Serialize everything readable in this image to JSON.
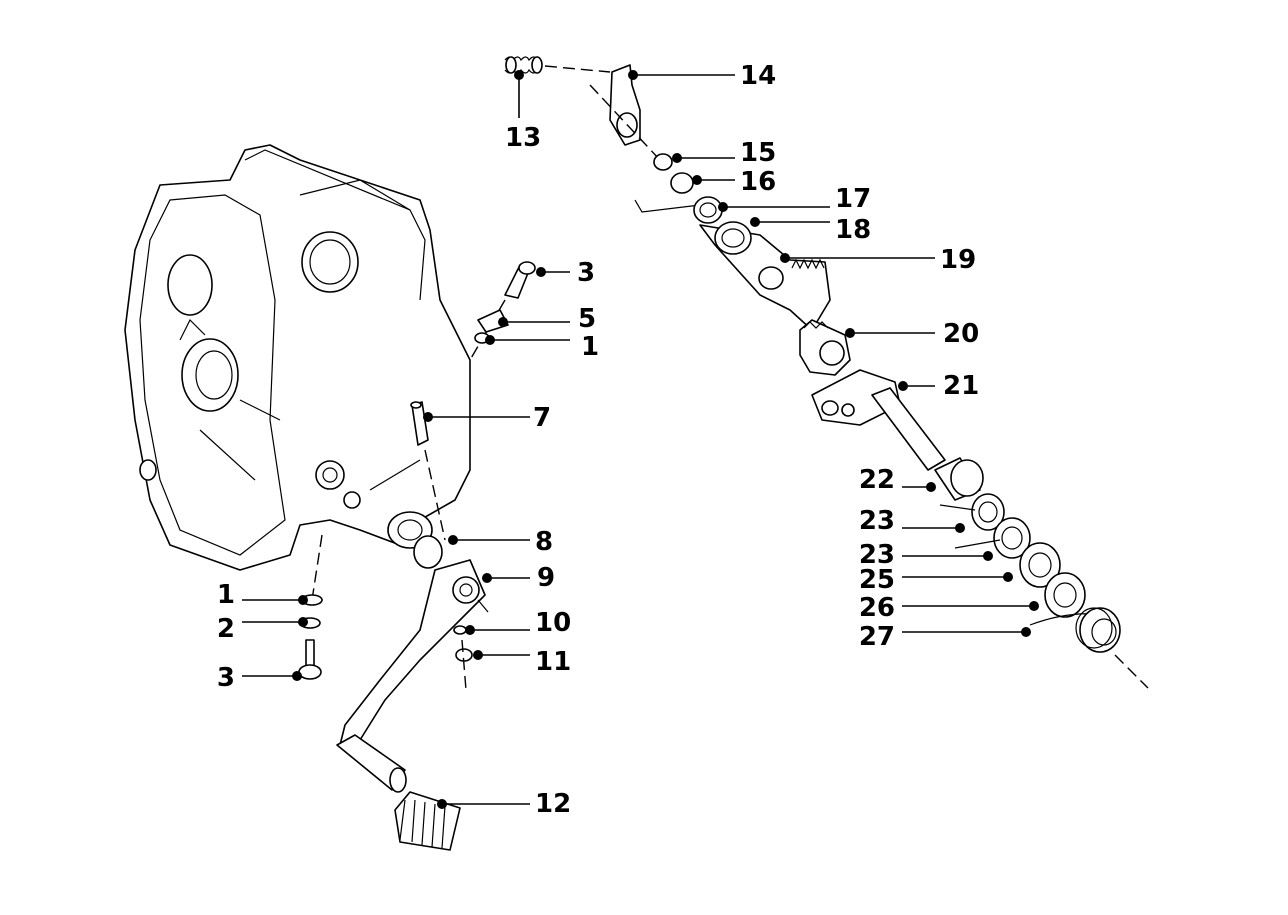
{
  "diagram": {
    "callouts": [
      {
        "id": "c14",
        "label": "14"
      },
      {
        "id": "c13",
        "label": "13"
      },
      {
        "id": "c15",
        "label": "15"
      },
      {
        "id": "c16",
        "label": "16"
      },
      {
        "id": "c17",
        "label": "17"
      },
      {
        "id": "c18",
        "label": "18"
      },
      {
        "id": "c19",
        "label": "19"
      },
      {
        "id": "c20",
        "label": "20"
      },
      {
        "id": "c21",
        "label": "21"
      },
      {
        "id": "c3a",
        "label": "3"
      },
      {
        "id": "c5",
        "label": "5"
      },
      {
        "id": "c1a",
        "label": "1"
      },
      {
        "id": "c7",
        "label": "7"
      },
      {
        "id": "c8",
        "label": "8"
      },
      {
        "id": "c9",
        "label": "9"
      },
      {
        "id": "c10",
        "label": "10"
      },
      {
        "id": "c11",
        "label": "11"
      },
      {
        "id": "c12",
        "label": "12"
      },
      {
        "id": "c1b",
        "label": "1"
      },
      {
        "id": "c2",
        "label": "2"
      },
      {
        "id": "c3b",
        "label": "3"
      },
      {
        "id": "c22",
        "label": "22"
      },
      {
        "id": "c23a",
        "label": "23"
      },
      {
        "id": "c23b",
        "label": "23"
      },
      {
        "id": "c25",
        "label": "25"
      },
      {
        "id": "c26",
        "label": "26"
      },
      {
        "id": "c27",
        "label": "27"
      }
    ]
  }
}
